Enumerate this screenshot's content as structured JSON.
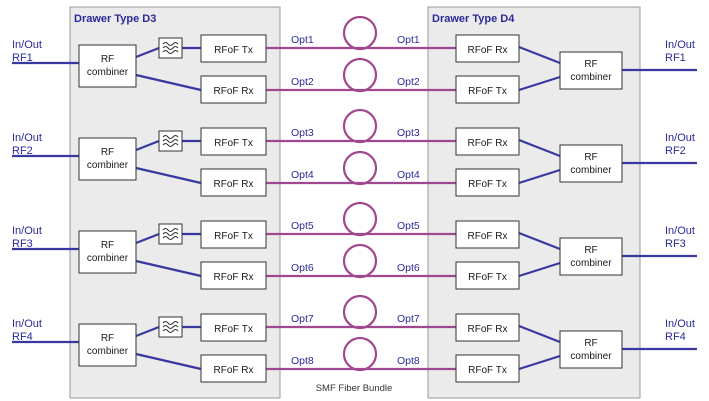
{
  "drawers": {
    "left_title": "Drawer Type D3",
    "right_title": "Drawer Type D4"
  },
  "bundle_label": "SMF Fiber Bundle",
  "channels": [
    {
      "in_out": "In/Out",
      "rf": "RF1",
      "combiner": "RF combiner",
      "left_top": "RFoF Tx",
      "left_bottom": "RFoF Rx",
      "right_top": "RFoF Rx",
      "right_bottom": "RFoF Tx",
      "opt_top": "Opt1",
      "opt_bottom": "Opt2"
    },
    {
      "in_out": "In/Out",
      "rf": "RF2",
      "combiner": "RF combiner",
      "left_top": "RFoF Tx",
      "left_bottom": "RFoF Rx",
      "right_top": "RFoF Rx",
      "right_bottom": "RFoF Tx",
      "opt_top": "Opt3",
      "opt_bottom": "Opt4"
    },
    {
      "in_out": "In/Out",
      "rf": "RF3",
      "combiner": "RF combiner",
      "left_top": "RFoF Tx",
      "left_bottom": "RFoF Rx",
      "right_top": "RFoF Rx",
      "right_bottom": "RFoF Tx",
      "opt_top": "Opt5",
      "opt_bottom": "Opt6"
    },
    {
      "in_out": "In/Out",
      "rf": "RF4",
      "combiner": "RF combiner",
      "left_top": "RFoF Tx",
      "left_bottom": "RFoF Rx",
      "right_top": "RFoF Rx",
      "right_bottom": "RFoF Tx",
      "opt_top": "Opt7",
      "opt_bottom": "Opt8"
    }
  ],
  "colors": {
    "rf_wire": "#3838a0",
    "fiber": "#a0488f",
    "label_blue": "#2a2a9a",
    "drawer_fill": "#ebebeb"
  }
}
